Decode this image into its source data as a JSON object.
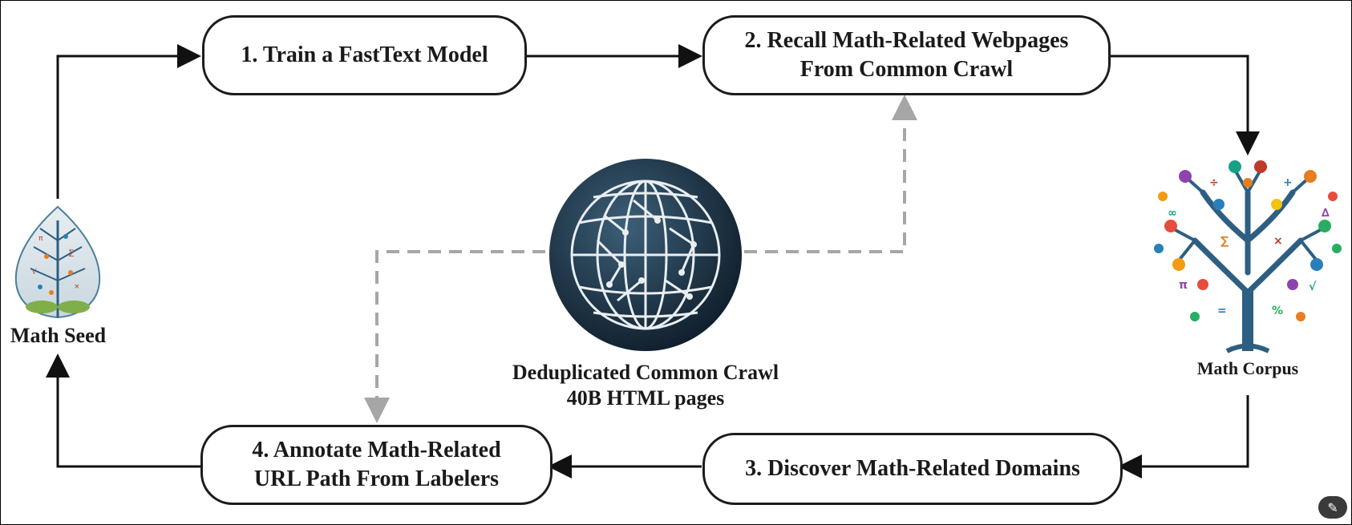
{
  "steps": [
    {
      "id": "train",
      "label": "1. Train a FastText Model"
    },
    {
      "id": "recall",
      "label": "2. Recall Math-Related Webpages\nFrom Common Crawl"
    },
    {
      "id": "discover",
      "label": "3. Discover Math-Related Domains"
    },
    {
      "id": "annotate",
      "label": "4. Annotate Math-Related\nURL Path From Labelers"
    }
  ],
  "nodes": {
    "seed": {
      "label": "Math Seed",
      "icon": "leaf-icon"
    },
    "corpus": {
      "label": "Math Corpus",
      "icon": "math-tree-icon"
    },
    "crawl": {
      "label": "Deduplicated Common Crawl\n40B HTML pages",
      "icon": "globe-icon"
    }
  },
  "colors": {
    "box_border": "#1c1c1c",
    "arrow": "#111111",
    "dashed": "#a6a6a6",
    "globe_dark": "#1f3447",
    "tree_trunk": "#2c5f82"
  },
  "corner_button_icon": "edit-icon"
}
